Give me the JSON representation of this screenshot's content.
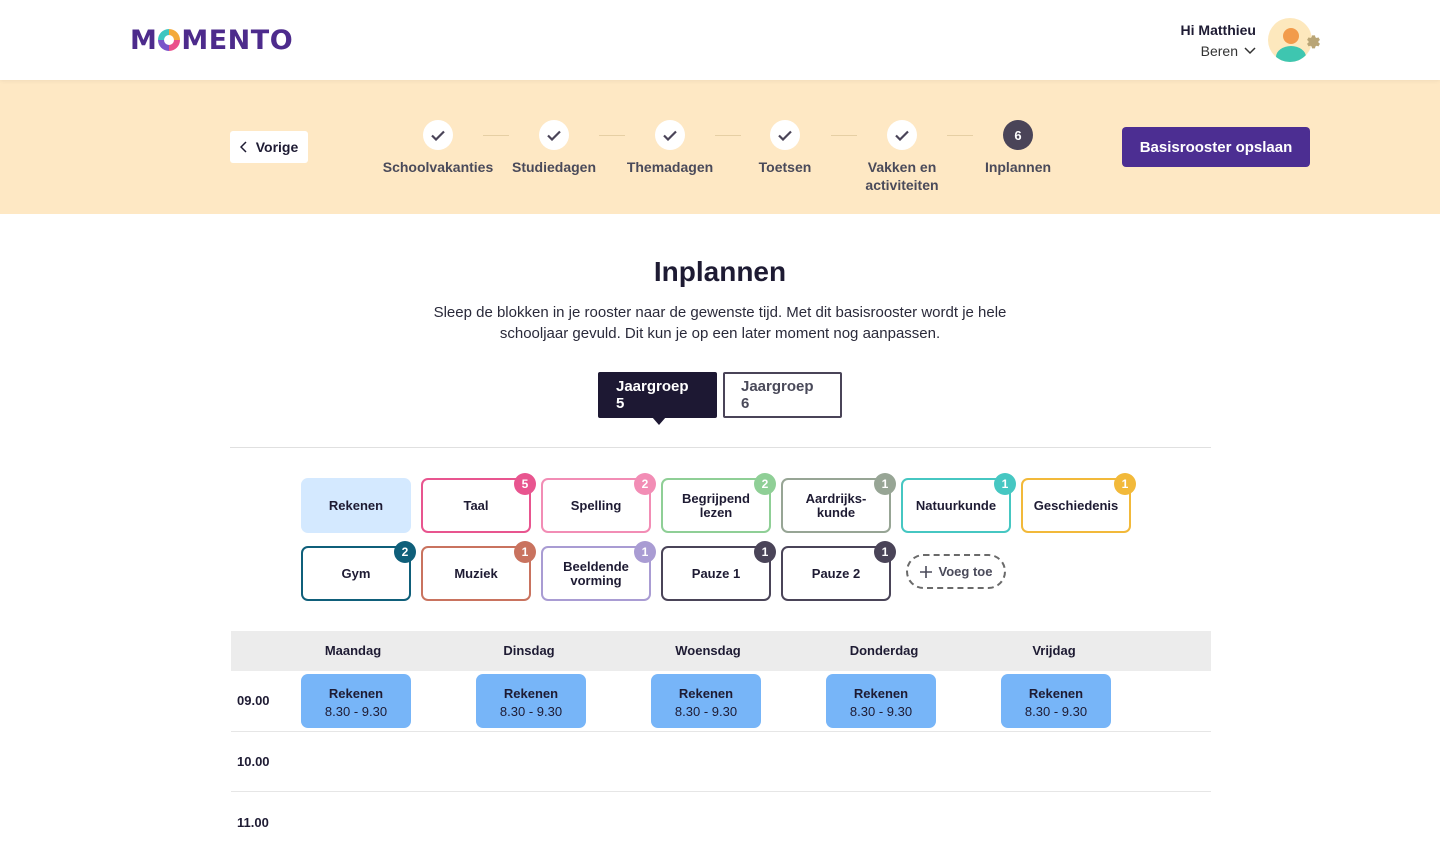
{
  "header": {
    "logo_text": "MOMENTO",
    "greeting": "Hi Matthieu",
    "group": "Beren"
  },
  "stepper": {
    "prev_label": "Vorige",
    "save_label": "Basisrooster opslaan",
    "steps": [
      {
        "label": "Schoolvakanties",
        "status": "done"
      },
      {
        "label": "Studiedagen",
        "status": "done"
      },
      {
        "label": "Themadagen",
        "status": "done"
      },
      {
        "label": "Toetsen",
        "status": "done"
      },
      {
        "label": "Vakken  en activiteiten",
        "status": "done"
      },
      {
        "label": "Inplannen",
        "status": "active",
        "number": "6"
      }
    ]
  },
  "main": {
    "title": "Inplannen",
    "description": "Sleep de blokken in je rooster naar de gewenste tijd. Met dit basisrooster wordt je hele schooljaar gevuld. Dit kun je op een later moment nog aanpassen.",
    "tabs": [
      {
        "label": "Jaargroep 5",
        "active": true
      },
      {
        "label": "Jaargroep 6",
        "active": false
      }
    ]
  },
  "blocks": [
    {
      "label": "Rekenen",
      "count": "",
      "color": "#d4e9ff",
      "filled": true
    },
    {
      "label": "Taal",
      "count": "5",
      "color": "#e8558f"
    },
    {
      "label": "Spelling",
      "count": "2",
      "color": "#f28db5"
    },
    {
      "label": "Begrijpend lezen",
      "count": "2",
      "color": "#8fcf96"
    },
    {
      "label": "Aardrijks- kunde",
      "count": "1",
      "color": "#97a595"
    },
    {
      "label": "Natuurkunde",
      "count": "1",
      "color": "#46c7c2"
    },
    {
      "label": "Geschiedenis",
      "count": "1",
      "color": "#f2b93a"
    },
    {
      "label": "Gym",
      "count": "2",
      "color": "#0f5f7a"
    },
    {
      "label": "Muziek",
      "count": "1",
      "color": "#c9735f"
    },
    {
      "label": "Beeldende vorming",
      "count": "1",
      "color": "#a99cd3"
    },
    {
      "label": "Pauze 1",
      "count": "1",
      "color": "#4a4458"
    },
    {
      "label": "Pauze 2",
      "count": "1",
      "color": "#4a4458"
    }
  ],
  "add_block_label": "Voeg toe",
  "schedule": {
    "days": [
      "Maandag",
      "Dinsdag",
      "Woensdag",
      "Donderdag",
      "Vrijdag"
    ],
    "times": [
      "09.00",
      "10.00",
      "11.00"
    ],
    "lessons": [
      {
        "name": "Rekenen",
        "time": "8.30 - 9.30"
      },
      {
        "name": "Rekenen",
        "time": "8.30 - 9.30"
      },
      {
        "name": "Rekenen",
        "time": "8.30 - 9.30"
      },
      {
        "name": "Rekenen",
        "time": "8.30 - 9.30"
      },
      {
        "name": "Rekenen",
        "time": "8.30 - 9.30"
      }
    ],
    "lesson_color": "#77b5f8"
  }
}
